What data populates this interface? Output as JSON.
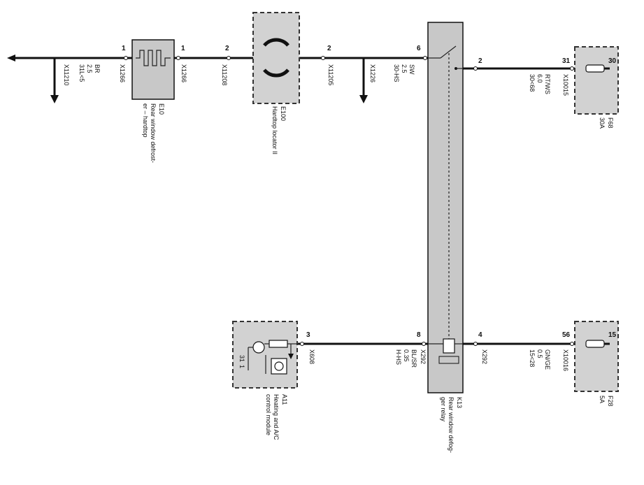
{
  "components": {
    "e10": {
      "id": "E10",
      "label": "Rear window defrost-",
      "label2": "er – hardtop",
      "pin_left": "1",
      "pin_right": "1"
    },
    "e100": {
      "id": "E100",
      "label": "Hardtop locator II",
      "pin_left": "2",
      "pin_right": "2"
    },
    "k13": {
      "id": "K13",
      "label": "Rear window defog-",
      "label2": "ger relay",
      "pin_6": "6",
      "pin_2": "2",
      "pin_8": "8",
      "pin_4": "4"
    },
    "f68": {
      "id": "F68",
      "rating": "30A",
      "pin_in": "31",
      "pin_out": "30"
    },
    "f28": {
      "id": "F28",
      "rating": "5A",
      "pin_in": "56",
      "pin_out": "15"
    },
    "a11": {
      "id": "A11",
      "label": "Heating and A/C",
      "label2": "control module",
      "pin": "3",
      "inner_31": "31",
      "inner_1": "1"
    }
  },
  "connectors": {
    "x11210": "X11210",
    "x1266a": "X1266",
    "x1266b": "X1266",
    "x11208": "X11208",
    "x11205": "X11205",
    "x1226": "X1226",
    "x10015": "X10015",
    "x10016": "X10016",
    "x292a": "X292",
    "x292b": "X292",
    "x608": "X608"
  },
  "wires": {
    "w1": {
      "signal": "31L<5",
      "gauge": "2.5",
      "color": "BR"
    },
    "w2": {
      "signal": "30-HS",
      "gauge": "2.5",
      "color": "SW"
    },
    "w3": {
      "signal": "30<68",
      "gauge": "6.0",
      "color": "RT/WS"
    },
    "w4": {
      "signal": "H-HS",
      "gauge": "0.35",
      "color": "BL/SR"
    },
    "w5": {
      "signal": "15<28",
      "gauge": "0.5",
      "color": "GN/GE"
    }
  }
}
